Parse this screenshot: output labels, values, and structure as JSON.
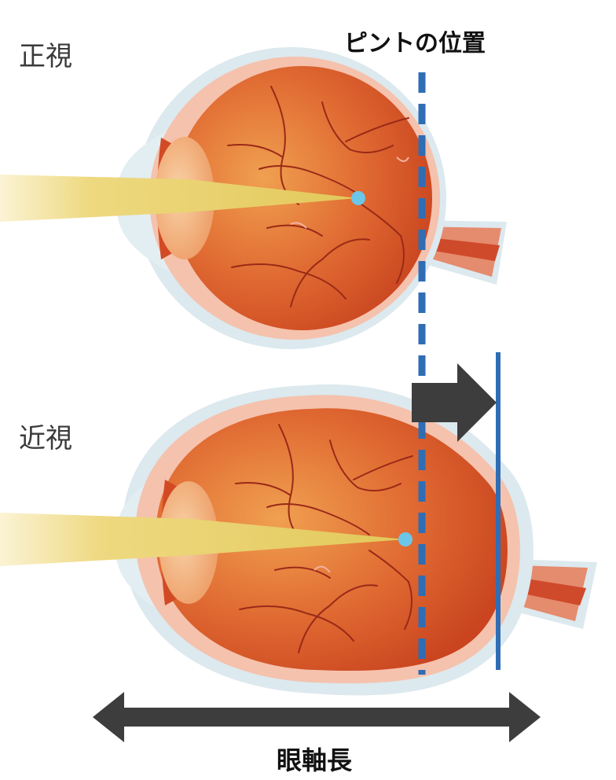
{
  "labels": {
    "normal": "正視",
    "myopia": "近視",
    "focus_position": "ピントの位置",
    "axial_length": "眼軸長"
  },
  "colors": {
    "eyeball": "#d9532a",
    "eyeball_inner": "#ec8a3e",
    "sclera": "#f5c2ad",
    "outer_membrane": "#dce9ee",
    "lens": "#f4b47a",
    "light_beam": "#e6cf65",
    "focus_point": "#6cc6e8",
    "focus_line": "#2f6db5",
    "arrow": "#3d3d3d",
    "vessel": "#9a2a18"
  }
}
